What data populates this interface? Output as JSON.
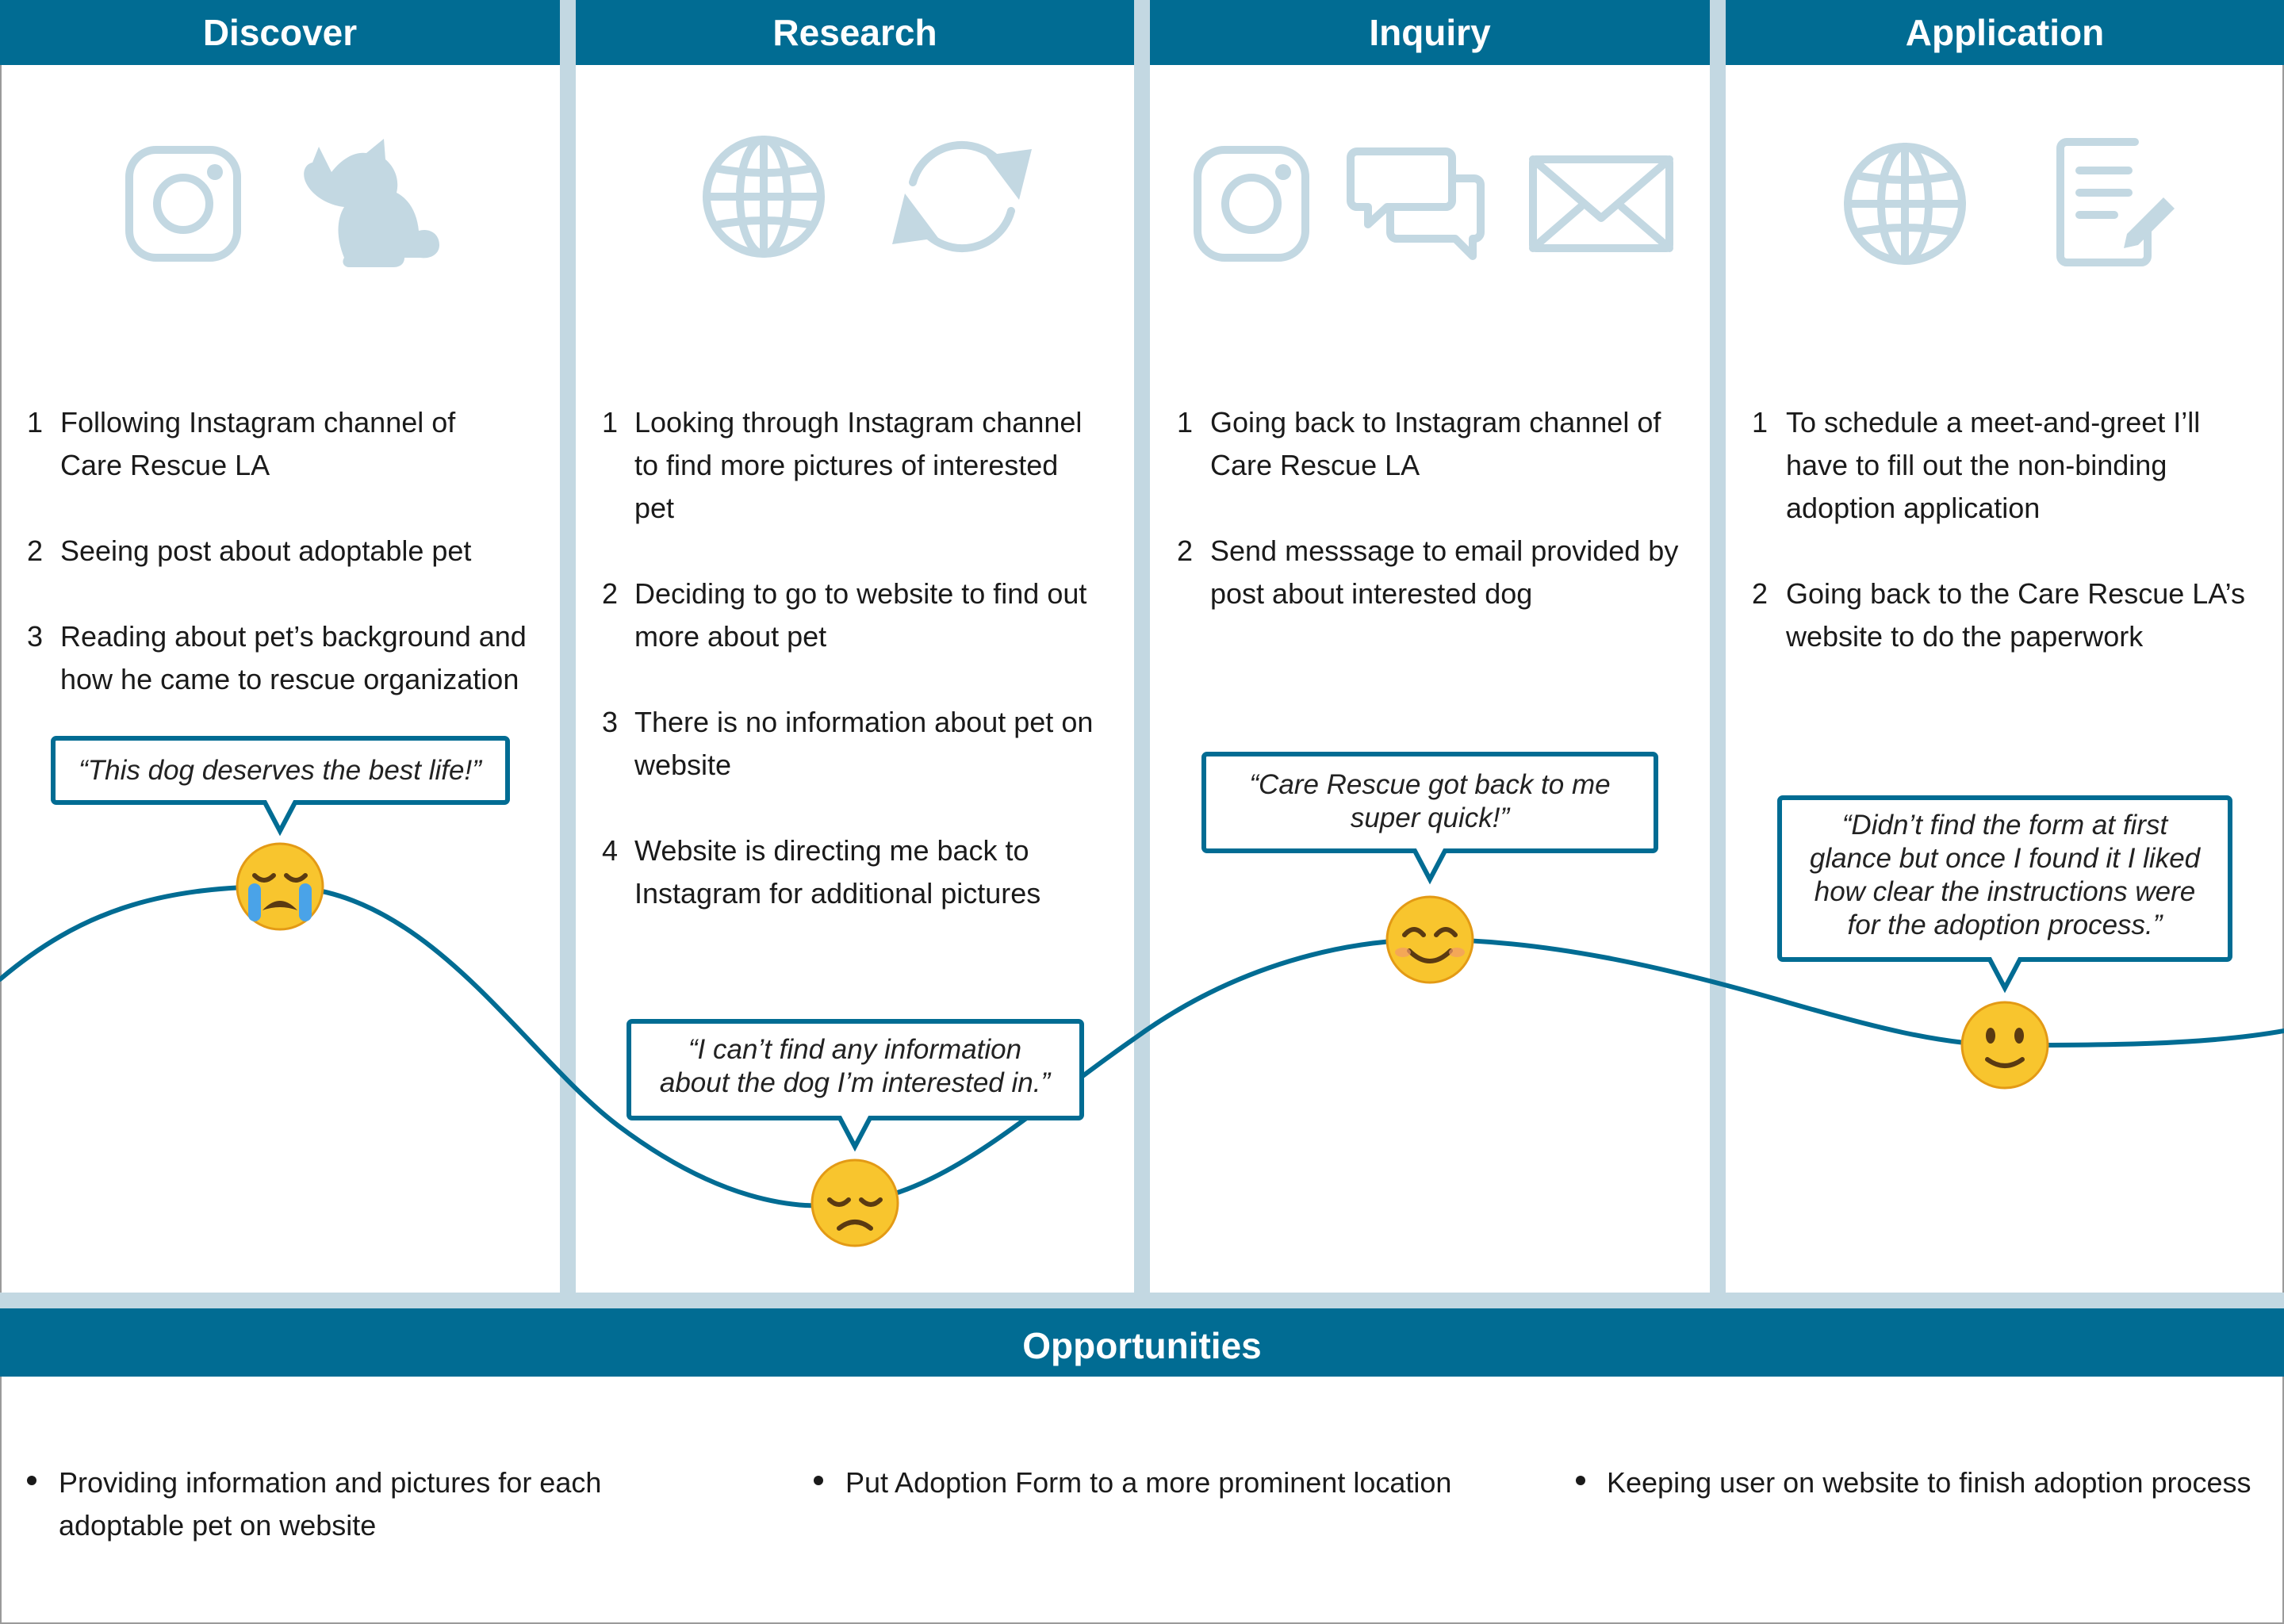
{
  "colors": {
    "header": "#016c93",
    "divider": "#c3d8e2",
    "icon": "#c3d8e2",
    "curve": "#016c93",
    "bubble_border": "#016c93",
    "text": "#1a1a1a"
  },
  "stages": [
    {
      "title": "Discover",
      "icons": [
        "instagram-icon",
        "pets-icon"
      ],
      "steps": [
        {
          "num": "1",
          "lines": [
            "Following Instagram channel of",
            "Care Rescue LA"
          ]
        },
        {
          "num": "2",
          "lines": [
            "Seeing post about adoptable pet"
          ]
        },
        {
          "num": "3",
          "lines": [
            "Reading about pet’s background and",
            "how he came to rescue organization"
          ]
        }
      ],
      "quote_lines": [
        "“This dog deserves the best life!”"
      ],
      "emotion": "crying-face"
    },
    {
      "title": "Research",
      "icons": [
        "globe-icon",
        "refresh-icon"
      ],
      "steps": [
        {
          "num": "1",
          "lines": [
            "Looking through Instagram channel",
            "to find more pictures of interested",
            "pet"
          ]
        },
        {
          "num": "2",
          "lines": [
            "Deciding to go to website to find out",
            "more about pet"
          ]
        },
        {
          "num": "3",
          "lines": [
            "There is no information about pet on",
            "website"
          ]
        },
        {
          "num": "4",
          "lines": [
            "Website is directing me back to",
            "Instagram for additional pictures"
          ]
        }
      ],
      "quote_lines": [
        "“I can’t find any information",
        "about the dog I’m interested in.”"
      ],
      "emotion": "disappointed-face"
    },
    {
      "title": "Inquiry",
      "icons": [
        "instagram-icon",
        "chat-icon",
        "mail-icon"
      ],
      "steps": [
        {
          "num": "1",
          "lines": [
            "Going back to Instagram channel of",
            "Care Rescue LA"
          ]
        },
        {
          "num": "2",
          "lines": [
            "Send messsage to email provided by",
            "post about interested dog"
          ]
        }
      ],
      "quote_lines": [
        "“Care Rescue got back to me",
        "super quick!”"
      ],
      "emotion": "smiling-face"
    },
    {
      "title": "Application",
      "icons": [
        "globe-icon",
        "document-icon"
      ],
      "steps": [
        {
          "num": "1",
          "lines": [
            "To schedule a meet-and-greet I’ll",
            "have to fill out the non-binding",
            "adoption application"
          ]
        },
        {
          "num": "2",
          "lines": [
            "Going back to the Care Rescue LA’s",
            "website to do the paperwork"
          ]
        }
      ],
      "quote_lines": [
        "“Didn’t find the form at first",
        "glance but once I found it I liked",
        "how clear the instructions were",
        "for the adoption process.”"
      ],
      "emotion": "slight-smile-face"
    }
  ],
  "opportunities": {
    "title": "Opportunities",
    "items": [
      {
        "lines": [
          "Providing information and pictures for each",
          "adoptable pet on website"
        ]
      },
      {
        "lines": [
          "Put Adoption Form to a more prominent location"
        ]
      },
      {
        "lines": [
          "Keeping user on website to finish adoption process"
        ]
      }
    ]
  }
}
